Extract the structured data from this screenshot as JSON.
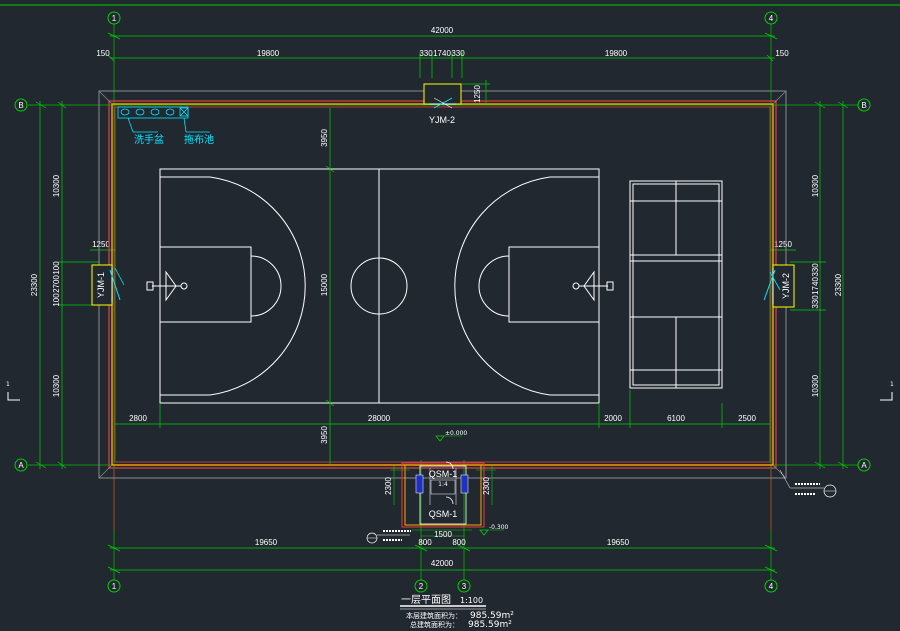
{
  "axes": {
    "a1": "1",
    "a4": "4",
    "a2": "2",
    "a3": "3",
    "aB": "B",
    "aA": "A",
    "side": "1"
  },
  "dims": {
    "top_total": "42000",
    "top_150_l": "150",
    "top_19800_l": "19800",
    "top_330_l": "330",
    "top_1740": "1740",
    "top_330_r": "330",
    "top_19800_r": "19800",
    "top_150_r": "150",
    "left_23300": "23300",
    "left_10300_t": "10300",
    "left_10300_b": "10300",
    "left_100_a": "100",
    "left_2700": "2700",
    "left_100_b": "100",
    "left_1250": "1250",
    "right_23300": "23300",
    "right_10300_t": "10300",
    "right_10300_b": "10300",
    "right_330_a": "330",
    "right_1740": "1740",
    "right_330_b": "330",
    "right_1250": "1250",
    "court_3950_t": "3950",
    "court_3950_b": "3950",
    "court_15000": "15000",
    "inner_2800": "2800",
    "inner_28000": "28000",
    "inner_2000": "2000",
    "inner_6100": "6100",
    "inner_2500": "2500",
    "entry_2300_l": "2300",
    "entry_2300_r": "2300",
    "entry_1500": "1500",
    "entry_800_l": "800",
    "entry_800_r": "800",
    "bot_19650_l": "19650",
    "bot_19650_r": "19650",
    "bot_total": "42000",
    "top_1250": "1250"
  },
  "labels": {
    "yjm1": "YJM-1",
    "yjm2_top": "YJM-2",
    "yjm2_right": "YJM-2",
    "qsm1_a": "QSM-1",
    "qsm1_b": "QSM-1",
    "handwash": "洗手盆",
    "mop_pool": "拖布池",
    "level_mid": "±0.000",
    "level_entry": "-0.300",
    "step": "1:4"
  },
  "title": {
    "name": "一层平面图",
    "scale": "1:100",
    "area1_label": "本层建筑面积为：",
    "area1_value": "985.59m²",
    "area2_label": "总建筑面积为：",
    "area2_value": "985.59m²"
  }
}
